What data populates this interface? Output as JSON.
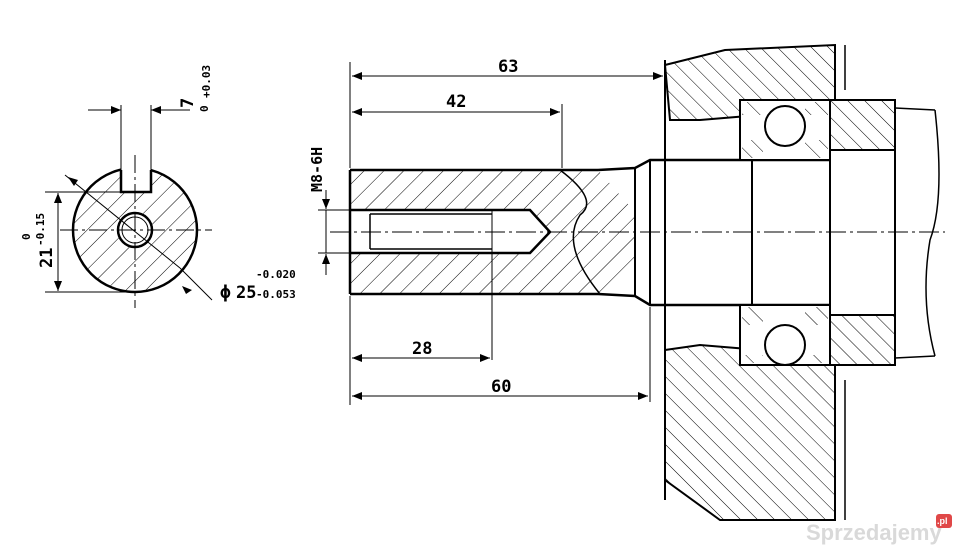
{
  "dimensions": {
    "overall_length": "63",
    "length_42": "42",
    "length_28": "28",
    "length_60": "60",
    "thread": "M8-6H",
    "key_width_nominal": "7",
    "key_width_upper_tol": "+0.03",
    "key_width_lower_tol": "0",
    "flat_depth_nominal": "21",
    "flat_depth_upper_tol": "0",
    "flat_depth_lower_tol": "-0.15",
    "diameter_symbol": "ϕ",
    "diameter_nominal": "25",
    "diameter_upper_tol": "-0.020",
    "diameter_lower_tol": "-0.053"
  },
  "watermark": {
    "brand": "Sprzedajemy",
    "suffix": ".pl"
  },
  "colors": {
    "line": "#000000",
    "background": "#ffffff",
    "watermark_text": "#d9d9d9",
    "watermark_badge": "#e04848"
  }
}
